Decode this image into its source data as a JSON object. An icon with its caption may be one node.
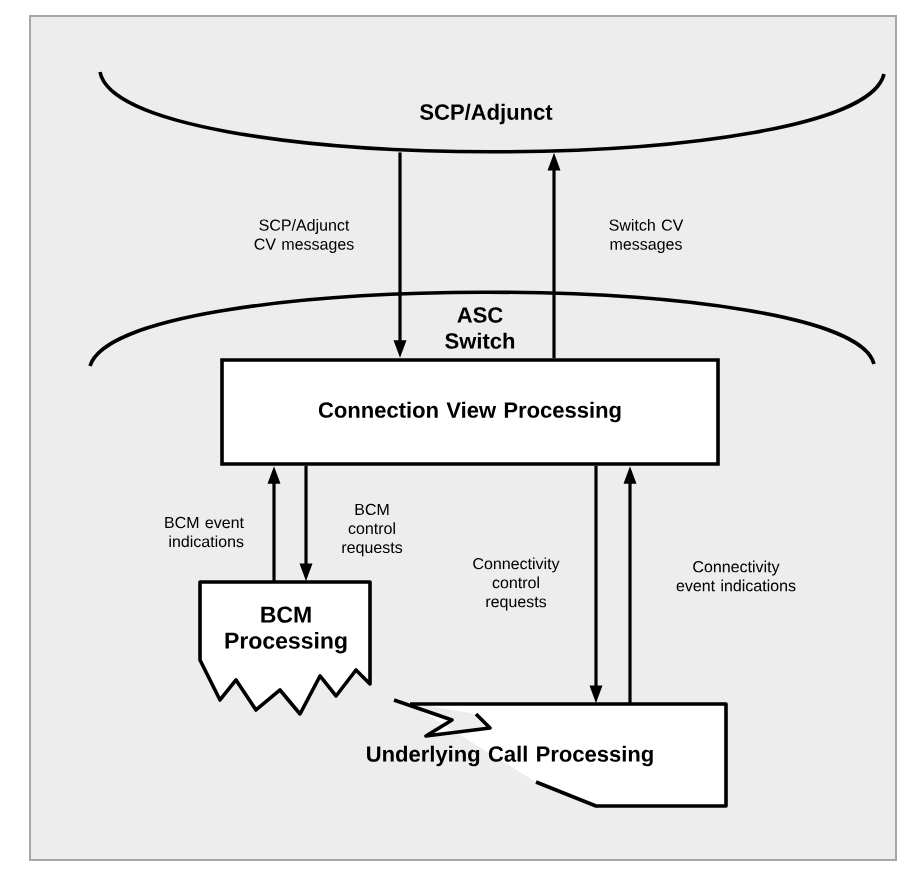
{
  "diagram": {
    "nodes": [
      {
        "text": [
          "SCP/Adjunct"
        ]
      },
      {
        "text": [
          "ASC Switch"
        ]
      },
      {
        "text": [
          "Connection View Processing"
        ]
      },
      {
        "text": [
          "BCM Processing"
        ]
      },
      {
        "text": [
          "Underlying Call Processing"
        ]
      }
    ],
    "edges": [
      {
        "from": 0,
        "to": 2,
        "arrow": "to",
        "label": "SCP/Adjunct CV messages"
      },
      {
        "from": 2,
        "to": 0,
        "arrow": "to",
        "label": "Switch CV messages"
      },
      {
        "from": 3,
        "to": 2,
        "arrow": "to",
        "label": "BCM event indications"
      },
      {
        "from": 2,
        "to": 3,
        "arrow": "to",
        "label": "BCM control requests"
      },
      {
        "from": 2,
        "to": 4,
        "arrow": "to",
        "label": "Connectivity control requests"
      },
      {
        "from": 4,
        "to": 2,
        "arrow": "to",
        "label": "Connectivity event indications"
      }
    ]
  }
}
